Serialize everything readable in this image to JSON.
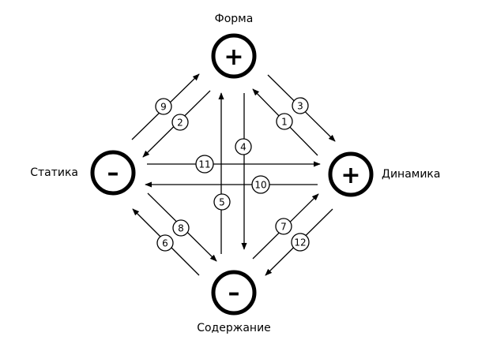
{
  "nodes": {
    "forma": {
      "label": "Форма",
      "sign": "+"
    },
    "statika": {
      "label": "Статика",
      "sign": "–"
    },
    "dinamika": {
      "label": "Динамика",
      "sign": "+"
    },
    "soderzhanie": {
      "label": "Содержание",
      "sign": "–"
    }
  },
  "arrows": [
    {
      "id": "1",
      "label": "1"
    },
    {
      "id": "2",
      "label": "2"
    },
    {
      "id": "3",
      "label": "3"
    },
    {
      "id": "4",
      "label": "4"
    },
    {
      "id": "5",
      "label": "5"
    },
    {
      "id": "6",
      "label": "6"
    },
    {
      "id": "7",
      "label": "7"
    },
    {
      "id": "8",
      "label": "8"
    },
    {
      "id": "9",
      "label": "9"
    },
    {
      "id": "10",
      "label": "10"
    },
    {
      "id": "11",
      "label": "11"
    },
    {
      "id": "12",
      "label": "12"
    }
  ]
}
